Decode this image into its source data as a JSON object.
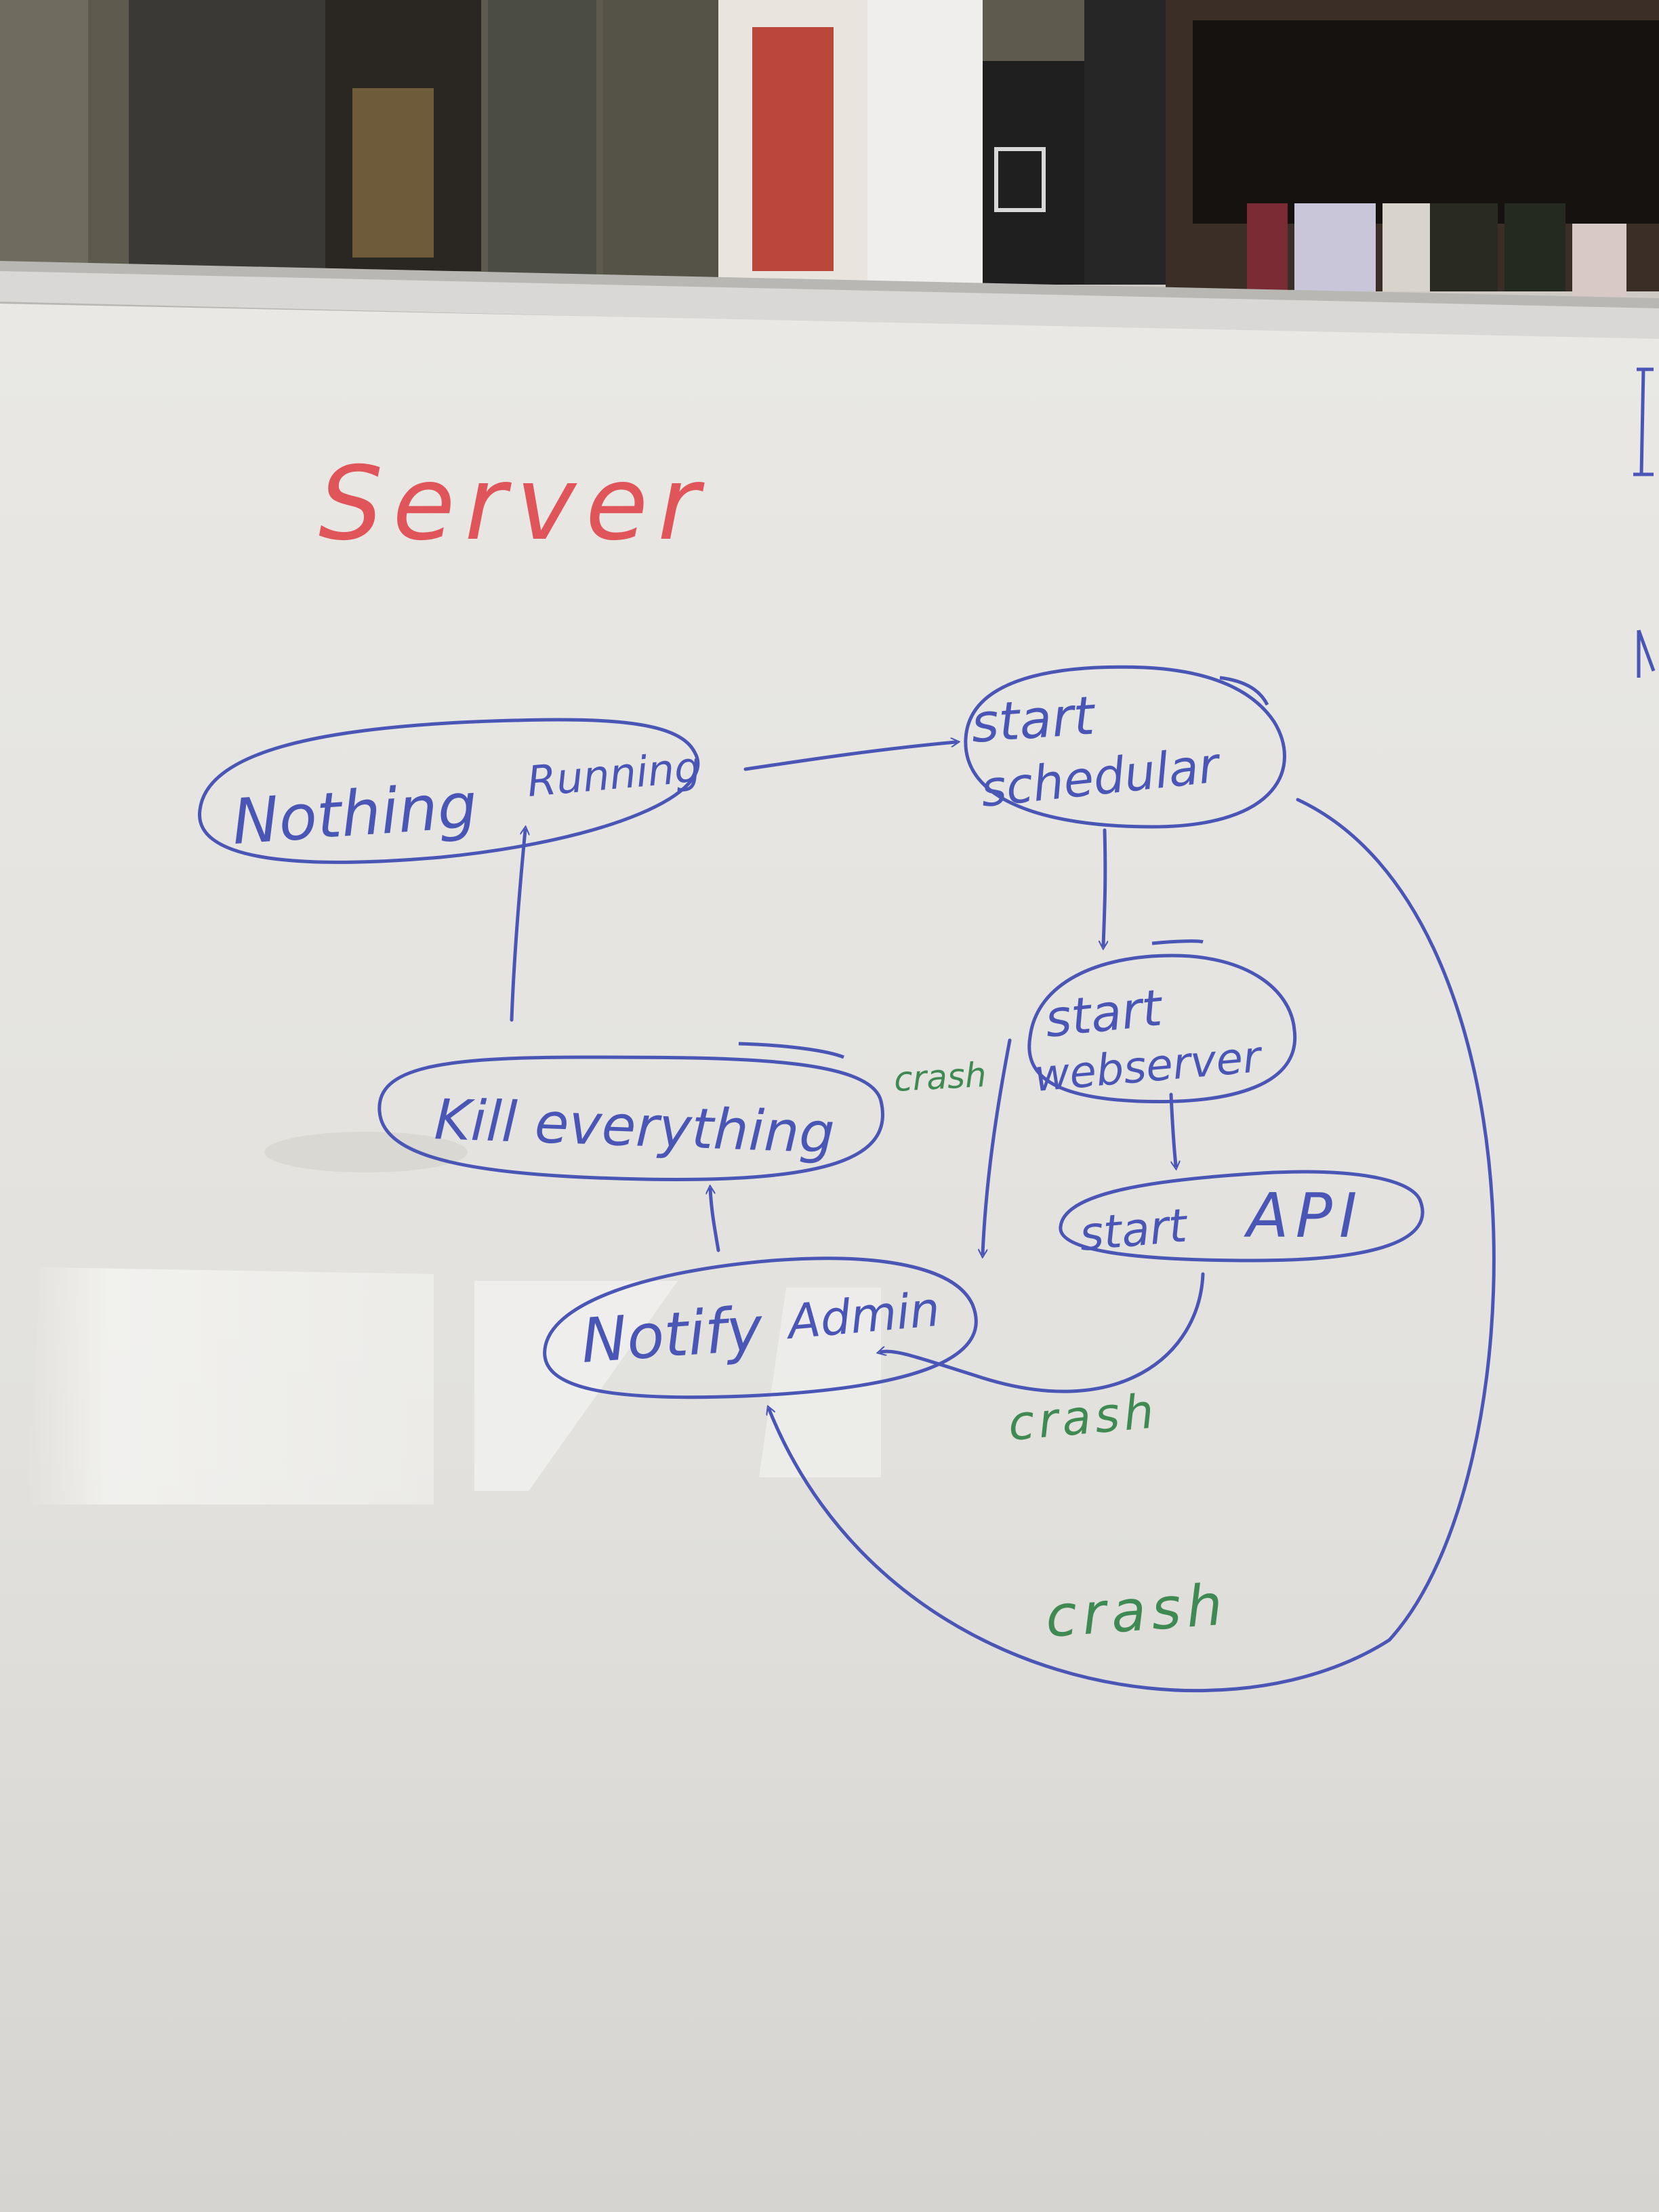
{
  "title": "Server",
  "colors": {
    "title": "#e0555a",
    "node": "#4a56b5",
    "crash": "#3f8a52",
    "board": "#e4e2de",
    "wall_shelf": "#3a2e26"
  },
  "nodes": [
    {
      "id": "nothing-running",
      "lines": [
        "Nothing",
        "Running"
      ]
    },
    {
      "id": "start-schedular",
      "lines": [
        "start",
        "schedular"
      ]
    },
    {
      "id": "start-webserver",
      "lines": [
        "start",
        "webserver"
      ]
    },
    {
      "id": "start-api",
      "lines": [
        "start",
        "API"
      ]
    },
    {
      "id": "notify-admin",
      "lines": [
        "Notify",
        "Admin"
      ]
    },
    {
      "id": "kill-everything",
      "lines": [
        "Kill everything"
      ]
    }
  ],
  "edges": [
    {
      "from": "nothing-running",
      "to": "start-schedular",
      "label": ""
    },
    {
      "from": "start-schedular",
      "to": "start-webserver",
      "label": ""
    },
    {
      "from": "start-webserver",
      "to": "start-api",
      "label": ""
    },
    {
      "from": "start-webserver",
      "to": "notify-admin",
      "label": "crash"
    },
    {
      "from": "start-api",
      "to": "notify-admin",
      "label": "crash"
    },
    {
      "from": "start-schedular",
      "to": "notify-admin",
      "label": "crash"
    },
    {
      "from": "notify-admin",
      "to": "kill-everything",
      "label": ""
    },
    {
      "from": "kill-everything",
      "to": "nothing-running",
      "label": ""
    }
  ]
}
